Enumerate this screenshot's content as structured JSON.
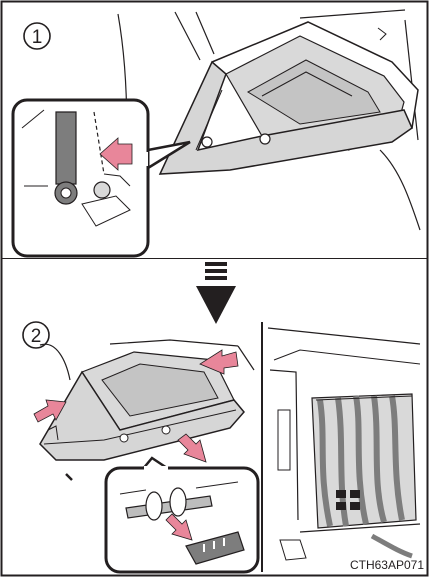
{
  "steps": {
    "step1": {
      "number": "1"
    },
    "step2": {
      "number": "2"
    }
  },
  "footer": {
    "code": "CTH63AP071"
  },
  "colors": {
    "line": "#231f20",
    "arrow_fill": "#e8869a",
    "dark_arrow": "#231f20",
    "shade_light": "#d9d9d9",
    "shade_mid": "#bdbdbd",
    "shade_dark": "#7d7d7d",
    "border": "#231f20"
  },
  "icons": {
    "down_arrow": "down-arrow-icon",
    "pointer_arrow": "pink-pointer-arrow-icon"
  }
}
